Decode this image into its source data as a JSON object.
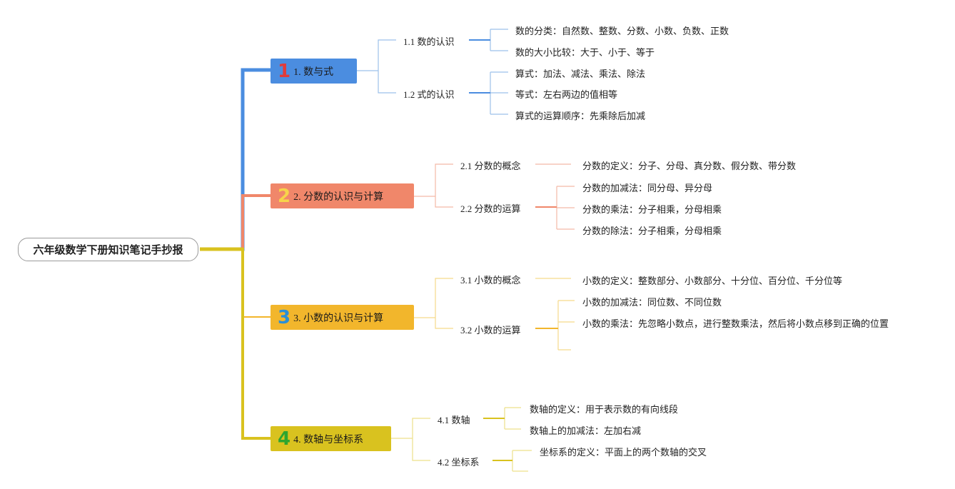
{
  "root": {
    "label": "六年级数学下册知识笔记手抄报"
  },
  "colors": {
    "b1": "#4b8de0",
    "b2": "#f0876a",
    "b3": "#f2b62c",
    "b4": "#d9c21f",
    "num1": "#e03b3b",
    "num2": "#f7d44a",
    "num3": "#2b8fd6",
    "num4": "#2fa52f"
  },
  "branches": [
    {
      "num": "1",
      "label": "1. 数与式",
      "subs": [
        {
          "label": "1.1 数的认识",
          "leaves": [
            "数的分类：自然数、整数、分数、小数、负数、正数",
            "数的大小比较：大于、小于、等于"
          ]
        },
        {
          "label": "1.2 式的认识",
          "leaves": [
            "算式：加法、减法、乘法、除法",
            "等式：左右两边的值相等",
            "算式的运算顺序：先乘除后加减"
          ]
        }
      ]
    },
    {
      "num": "2",
      "label": "2. 分数的认识与计算",
      "subs": [
        {
          "label": "2.1 分数的概念",
          "leaves": [
            "分数的定义：分子、分母、真分数、假分数、带分数"
          ]
        },
        {
          "label": "2.2 分数的运算",
          "leaves": [
            "分数的加减法：同分母、异分母",
            "分数的乘法：分子相乘，分母相乘",
            "分数的除法：分子相乘，分母相乘"
          ]
        }
      ]
    },
    {
      "num": "3",
      "label": "3. 小数的认识与计算",
      "subs": [
        {
          "label": "3.1 小数的概念",
          "leaves": [
            "小数的定义：整数部分、小数部分、十分位、百分位、千分位等"
          ]
        },
        {
          "label": "3.2 小数的运算",
          "leaves": [
            "小数的加减法：同位数、不同位数",
            "小数的乘法：先忽略小数点，进行整数乘法，然后将小数点移到正确的位置",
            ""
          ]
        }
      ]
    },
    {
      "num": "4",
      "label": "4. 数轴与坐标系",
      "subs": [
        {
          "label": "4.1 数轴",
          "leaves": [
            "数轴的定义：用于表示数的有向线段",
            "数轴上的加减法：左加右减"
          ]
        },
        {
          "label": "4.2 坐标系",
          "leaves": [
            "坐标系的定义：平面上的两个数轴的交叉",
            ""
          ]
        }
      ]
    }
  ]
}
